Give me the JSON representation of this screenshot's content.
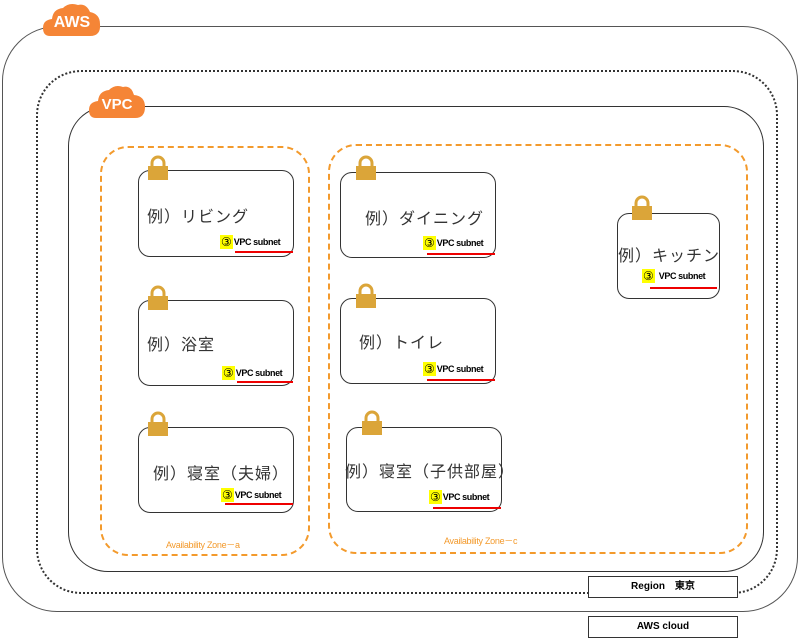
{
  "aws": {
    "label": "AWS",
    "footer_label": "AWS cloud"
  },
  "region": {
    "label": "Region　東京"
  },
  "vpc": {
    "label": "VPC"
  },
  "availability_zones": [
    {
      "label": "Availability Zone－a"
    },
    {
      "label": "Availability Zone－c"
    }
  ],
  "subnets": [
    {
      "title": "例）リビング",
      "number": "③",
      "badge": "VPC subnet"
    },
    {
      "title": "例）浴室",
      "number": "③",
      "badge": "VPC subnet"
    },
    {
      "title": "例）寝室（夫婦）",
      "number": "③",
      "badge": "VPC subnet"
    },
    {
      "title": "例）ダイニング",
      "number": "③",
      "badge": "VPC subnet"
    },
    {
      "title": "例）トイレ",
      "number": "③",
      "badge": "VPC subnet"
    },
    {
      "title": "例）寝室（子供部屋）",
      "number": "③",
      "badge": "VPC subnet"
    },
    {
      "title": "例）キッチン",
      "number": "③",
      "badge": "VPC subnet"
    }
  ],
  "colors": {
    "aws_orange": "#f58536",
    "az_orange": "#f39a2c",
    "lock_gold": "#dba539",
    "highlight": "#ffff00",
    "underline_red": "#ee0000"
  }
}
